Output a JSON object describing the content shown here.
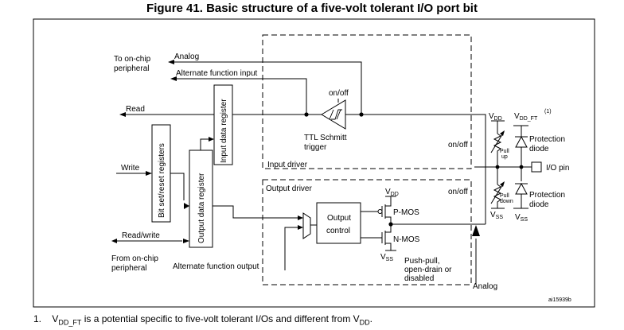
{
  "figure": {
    "title": "Figure 41. Basic structure of a five-volt tolerant I/O port bit"
  },
  "labels": {
    "to_onchip_peripheral_1": "To on-chip",
    "to_onchip_peripheral_2": "peripheral",
    "analog_top": "Analog",
    "alternate_function_input": "Alternate function input",
    "read": "Read",
    "write": "Write",
    "read_write": "Read/write",
    "from_onchip_peripheral_1": "From on-chip",
    "from_onchip_peripheral_2": "peripheral",
    "alternate_function_output": "Alternate function output",
    "input_data_register": "Input data register",
    "bit_set_reset_registers": "Bit set/reset registers",
    "output_data_register": "Output data register",
    "on_off_schmitt": "on/off",
    "ttl_schmitt_1": "TTL Schmitt",
    "ttl_schmitt_2": "trigger",
    "input_driver": "Input driver",
    "output_driver": "Output driver",
    "output_control_1": "Output",
    "output_control_2": "control",
    "vdd_top_v": "V",
    "vdd_top_sub": "DD",
    "pmos": "P-MOS",
    "nmos": "N-MOS",
    "vss_bottom_v": "V",
    "vss_bottom_sub": "SS",
    "mode_1": "Push-pull,",
    "mode_2": "open-drain or",
    "mode_3": "disabled",
    "analog_bottom": "Analog",
    "on_off_pullup": "on/off",
    "on_off_pulldown": "on/off",
    "vdd_pull_v": "V",
    "vdd_pull_sub": "DD",
    "pull_up_1": "Pull",
    "pull_up_2": "up",
    "pull_down_1": "Pull",
    "pull_down_2": "down",
    "vss_pull_v": "V",
    "vss_pull_sub": "SS",
    "vdd_ft_v": "V",
    "vdd_ft_sub": "DD_FT",
    "vdd_ft_note": "(1)",
    "protection_diode_top_1": "Protection",
    "protection_diode_top_2": "diode",
    "protection_diode_bottom_1": "Protection",
    "protection_diode_bottom_2": "diode",
    "vss_diode_v": "V",
    "vss_diode_sub": "SS",
    "io_pin": "I/O pin",
    "figure_id": "ai15939b"
  },
  "footnote": {
    "number": "1.",
    "v1": "V",
    "sub1": "DD_FT",
    "text1": " is a potential specific to five-volt tolerant I/Os and different from V",
    "sub2": "DD",
    "text2": "."
  },
  "colors": {
    "line": "#000000",
    "background": "#ffffff"
  }
}
